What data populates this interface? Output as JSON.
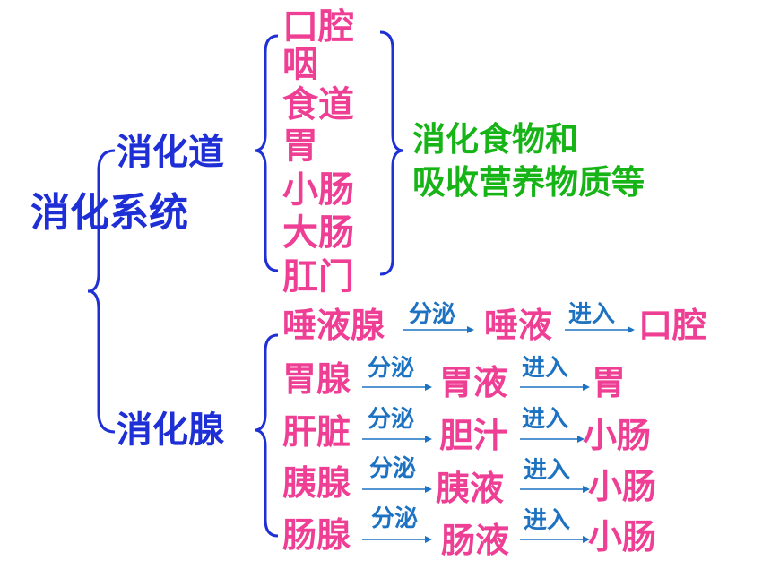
{
  "colors": {
    "blue": "#1f2fd6",
    "pink": "#ee3f95",
    "green": "#16b416",
    "arrow_blue": "#1d72c2"
  },
  "root": "消化系统",
  "tract": {
    "label": "消化道",
    "organs": [
      "口腔",
      "咽",
      "食道",
      "胃",
      "小肠",
      "大肠",
      "肛门"
    ],
    "function_lines": [
      "消化食物和",
      "吸收营养物质等"
    ]
  },
  "glands": {
    "label": "消化腺",
    "verb_secrete": "分泌",
    "verb_enter": "进入",
    "rows": [
      {
        "gland": "唾液腺",
        "juice": "唾液",
        "target": "口腔"
      },
      {
        "gland": "胃腺",
        "juice": "胃液",
        "target": "胃"
      },
      {
        "gland": "肝脏",
        "juice": "胆汁",
        "target": "小肠"
      },
      {
        "gland": "胰腺",
        "juice": "胰液",
        "target": "小肠"
      },
      {
        "gland": "肠腺",
        "juice": "肠液",
        "target": "小肠"
      }
    ]
  }
}
